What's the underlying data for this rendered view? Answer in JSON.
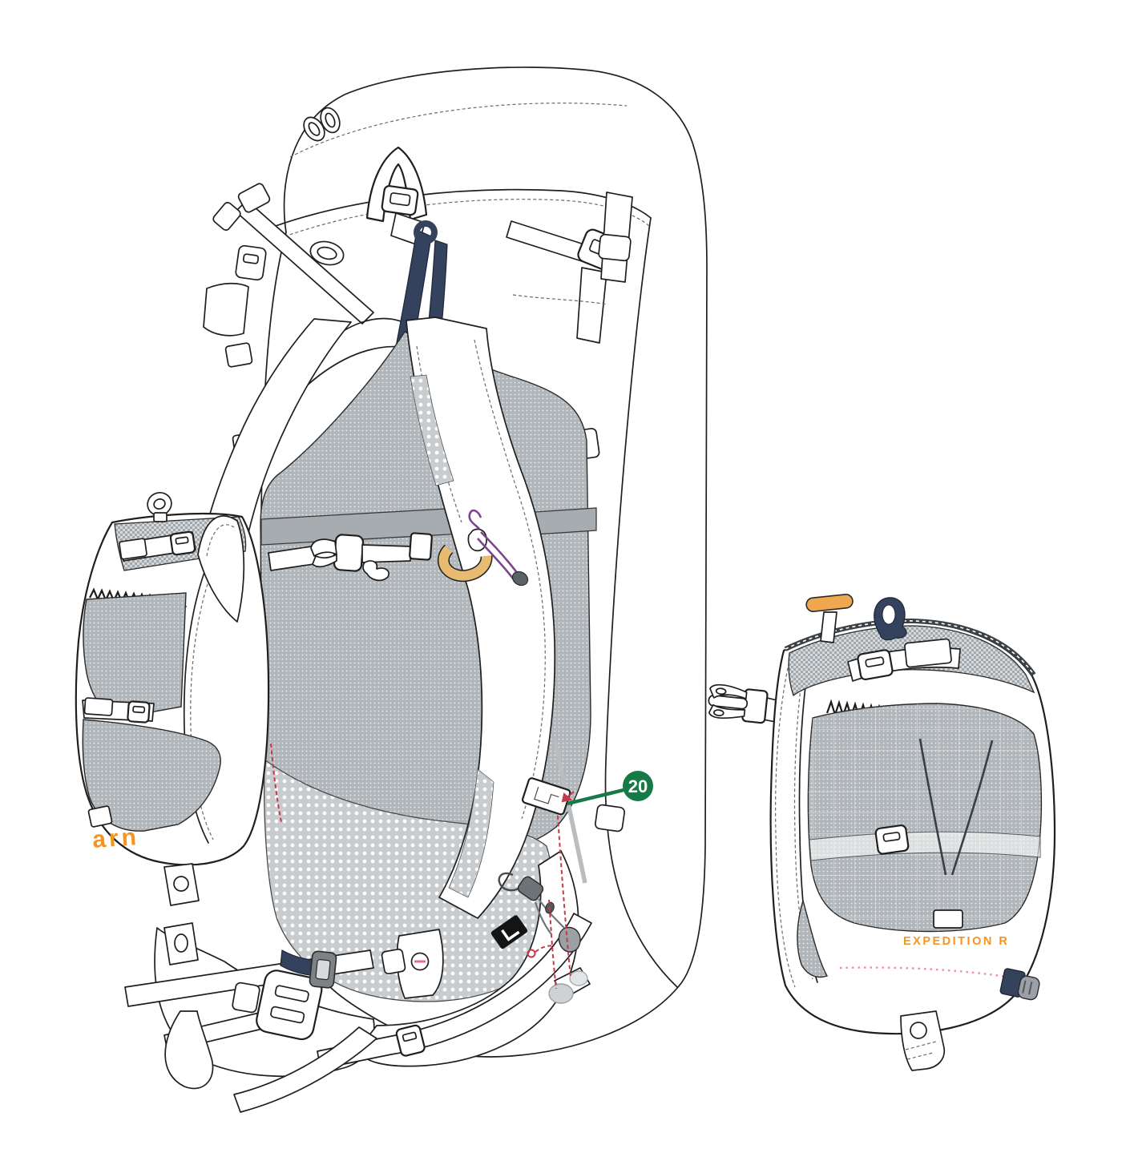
{
  "callout": {
    "number": "20"
  },
  "labels": {
    "brand_logo": "arn",
    "pocket_model": "EXPEDITION R"
  },
  "colors": {
    "callout_green": "#157A46",
    "logo_orange": "#F5941E",
    "handle_orange": "#EFA850",
    "ring_tan": "#E7BB72",
    "strap_navy": "#35425E",
    "cord_purple": "#7C4590",
    "cord_red": "#C6394A",
    "dotted_pink": "#F28BAD",
    "mesh_gray": "#B1B6BA",
    "mesh_light_gray": "#C8CCCF",
    "outline_black": "#1F1F1F"
  }
}
